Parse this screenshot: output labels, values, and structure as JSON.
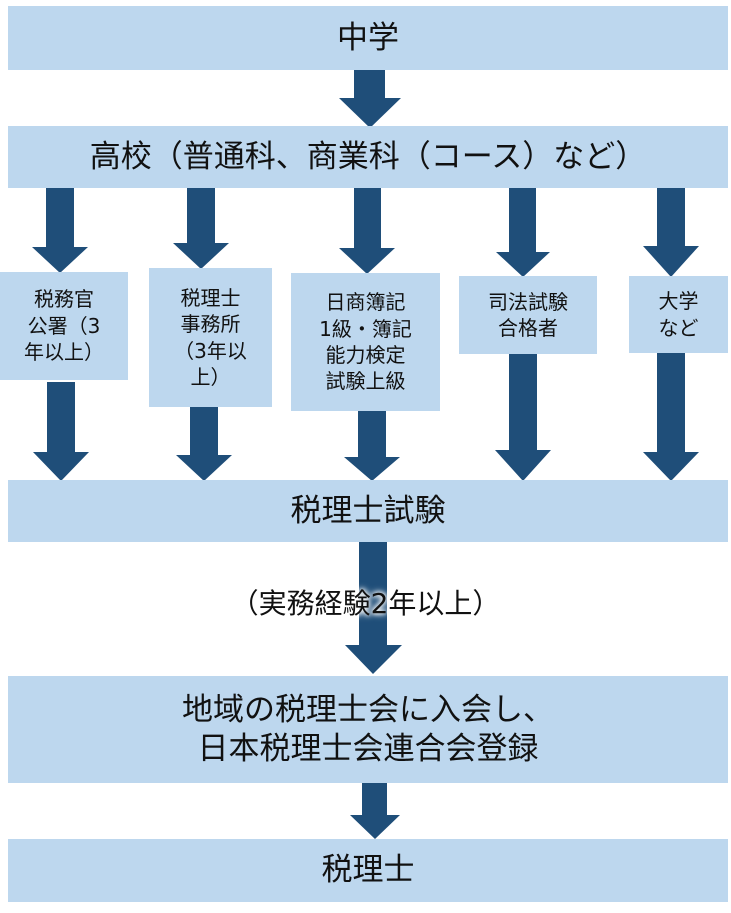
{
  "diagram": {
    "type": "flowchart",
    "colors": {
      "box_fill": "#bdd7ee",
      "arrow_fill": "#1f4e79",
      "text": "#111111"
    },
    "nodes": {
      "middle_school": "中学",
      "high_school": "高校（普通科、商業科（コース）など）",
      "branches": [
        {
          "id": "tax-office",
          "label": "税務官\n公署（3\n年以上）"
        },
        {
          "id": "tax-accountant-office",
          "label": "税理士\n事務所\n（3年以\n上）"
        },
        {
          "id": "bookkeeping",
          "label": "日商簿記\n1級・簿記\n能力検定\n試験上級"
        },
        {
          "id": "bar-exam",
          "label": "司法試験\n合格者"
        },
        {
          "id": "university",
          "label": "大学\nなど"
        }
      ],
      "exam": "税理士試験",
      "experience_note": "（実務経験2年以上）",
      "registration_line1": "地域の税理士会に入会し、",
      "registration_line2": "日本税理士会連合会登録",
      "final": "税理士"
    },
    "edges": [
      [
        "middle_school",
        "high_school"
      ],
      [
        "high_school",
        "tax-office"
      ],
      [
        "high_school",
        "tax-accountant-office"
      ],
      [
        "high_school",
        "bookkeeping"
      ],
      [
        "high_school",
        "bar-exam"
      ],
      [
        "high_school",
        "university"
      ],
      [
        "tax-office",
        "exam"
      ],
      [
        "tax-accountant-office",
        "exam"
      ],
      [
        "bookkeeping",
        "exam"
      ],
      [
        "bar-exam",
        "exam"
      ],
      [
        "university",
        "exam"
      ],
      [
        "exam",
        "registration"
      ],
      [
        "registration",
        "final"
      ]
    ]
  }
}
